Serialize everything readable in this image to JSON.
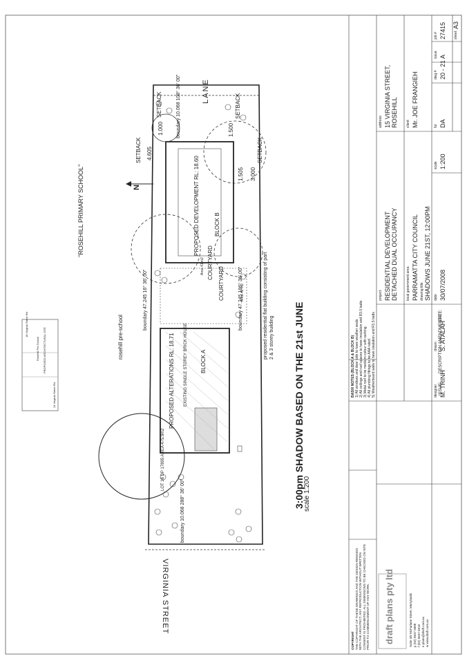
{
  "drawing": {
    "title": "3:00pm SHADOW BASED ON THE 21st JUNE",
    "scale": "scale 1:200",
    "school": "\"ROSEHILL  PRIMARY  SCHOOL\"",
    "preschool": "rosehill pre-school",
    "lane": "LANE",
    "street": "VIRGINIA STREET",
    "north": "N",
    "setback_1": "SETBACK",
    "setback_2": "SETBACK",
    "setback_3": "SETBACK",
    "setback_4": "SETBACK",
    "dim_1000": "1.000",
    "dim_1500": "1.500",
    "dim_4605": "4.605",
    "dim_1505": "1.505",
    "dim_3000": "3.000",
    "boundary_top": "boundary 10.068 108° 36' 00\"",
    "boundary_left": "boundary 47.245 16° 36' 00\"",
    "boundary_right": "boundary 47.245 196° 36' 00\"",
    "boundary_bottom": "boundary 10.068 288° 36' 00\"",
    "proposed_dev": "PROPOSED DEVELOPMENT RL: 18.60",
    "block_b": "BLOCK B",
    "block_a": "BLOCK A",
    "proposed_alt": "PROPOSED ALTERATIONS RL: 18.71",
    "existing": "EXISTING SINGLE STOREY BRICK HOUSE",
    "courtyard_1": "COURTYARD",
    "courtyard_2": "COURTYARD",
    "area_1": "Area 41 m2",
    "area_2": "Area 42 m2",
    "lot": "LOT 16 DP 17895 AREA 475.9m2",
    "flat_note": "proposed residential flat building consisting of part 2 & 3 storey building"
  },
  "notes": {
    "basix_title": "BASIX NOTES (BLOCK A & BLOCK B)",
    "basix_lines": [
      "1) All windows and door side to have weather seals",
      "2) All ceilings and roof spaces to have insulation and R3.0 batts",
      "3) Metal roof to be medium colour with sarking",
      "4) All plumbing fittings to be AAA rated",
      "5) Weatherboard walls to have sisalation and R1.5 batts"
    ],
    "copyright_title": "COPYRIGHT",
    "copyright_text": "THE COPYRIGHT OF THESE DRAWINGS AND THE DESIGN REMAINS WITH THE ARCHITECT. ANY REPRODUCTION WITHOUT WRITTEN CONSENT IS PROHIBITED. ALL DIMENSIONS TO BE CHECKED ON SITE PRIOR TO COMMENCEMENT OF ANY WORK."
  },
  "title_block": {
    "project_label": "project",
    "project_line1": "RESIDENTIAL DEVELOPMENT",
    "project_line2": "DETACHED DUAL OCCUPANCY",
    "address_label": "address",
    "address_line1": "15 VIRGINIA STREET,",
    "address_line2": "ROSEHILL",
    "council_label": "local government area",
    "council": "PARRAMATTA CITY COUNCIL",
    "client_label": "client",
    "client": "Mr. JOE FRANGIEH",
    "drawing_label": "drawing title",
    "drawing_title": "SHADOWS JUNE 21ST, 12:00PM",
    "designer_label": "designer",
    "designer": "M. TRINH",
    "drawn_label": "drawn",
    "drawn": "S. ATALAH",
    "date_label": "date",
    "date": "30/07/2008",
    "scale_label": "scale",
    "scale": "1:200",
    "for_label": "for",
    "for": "DA",
    "dwg_label": "dwg #",
    "dwg": "20 - 21",
    "issue_label": "issue",
    "issue": "A",
    "job_label": "job #",
    "job": "27415",
    "sheet_label": "sheet",
    "sheet": "A3",
    "issue_col": "ISSUE:",
    "desc_col": "DESCRIPTION AMENDMENTS:",
    "date_col": "DATE:"
  },
  "company": {
    "name": "draft plans pty ltd",
    "address": "Suite 4/6 McFarlane Street, Merrylands",
    "phone": "p (02) 9637 5888",
    "fax": "f (02) 9637 5818",
    "email": "e plans@draft.com.au",
    "web": "w www.draft.com.au"
  },
  "neighbour": {
    "top": "18 Virginia Street Rd",
    "mid": "Rosehill Pre-School",
    "note": "PROPOSED ARCHITECTURAL SITE",
    "bottom": "14 Virginia Street Rd"
  }
}
